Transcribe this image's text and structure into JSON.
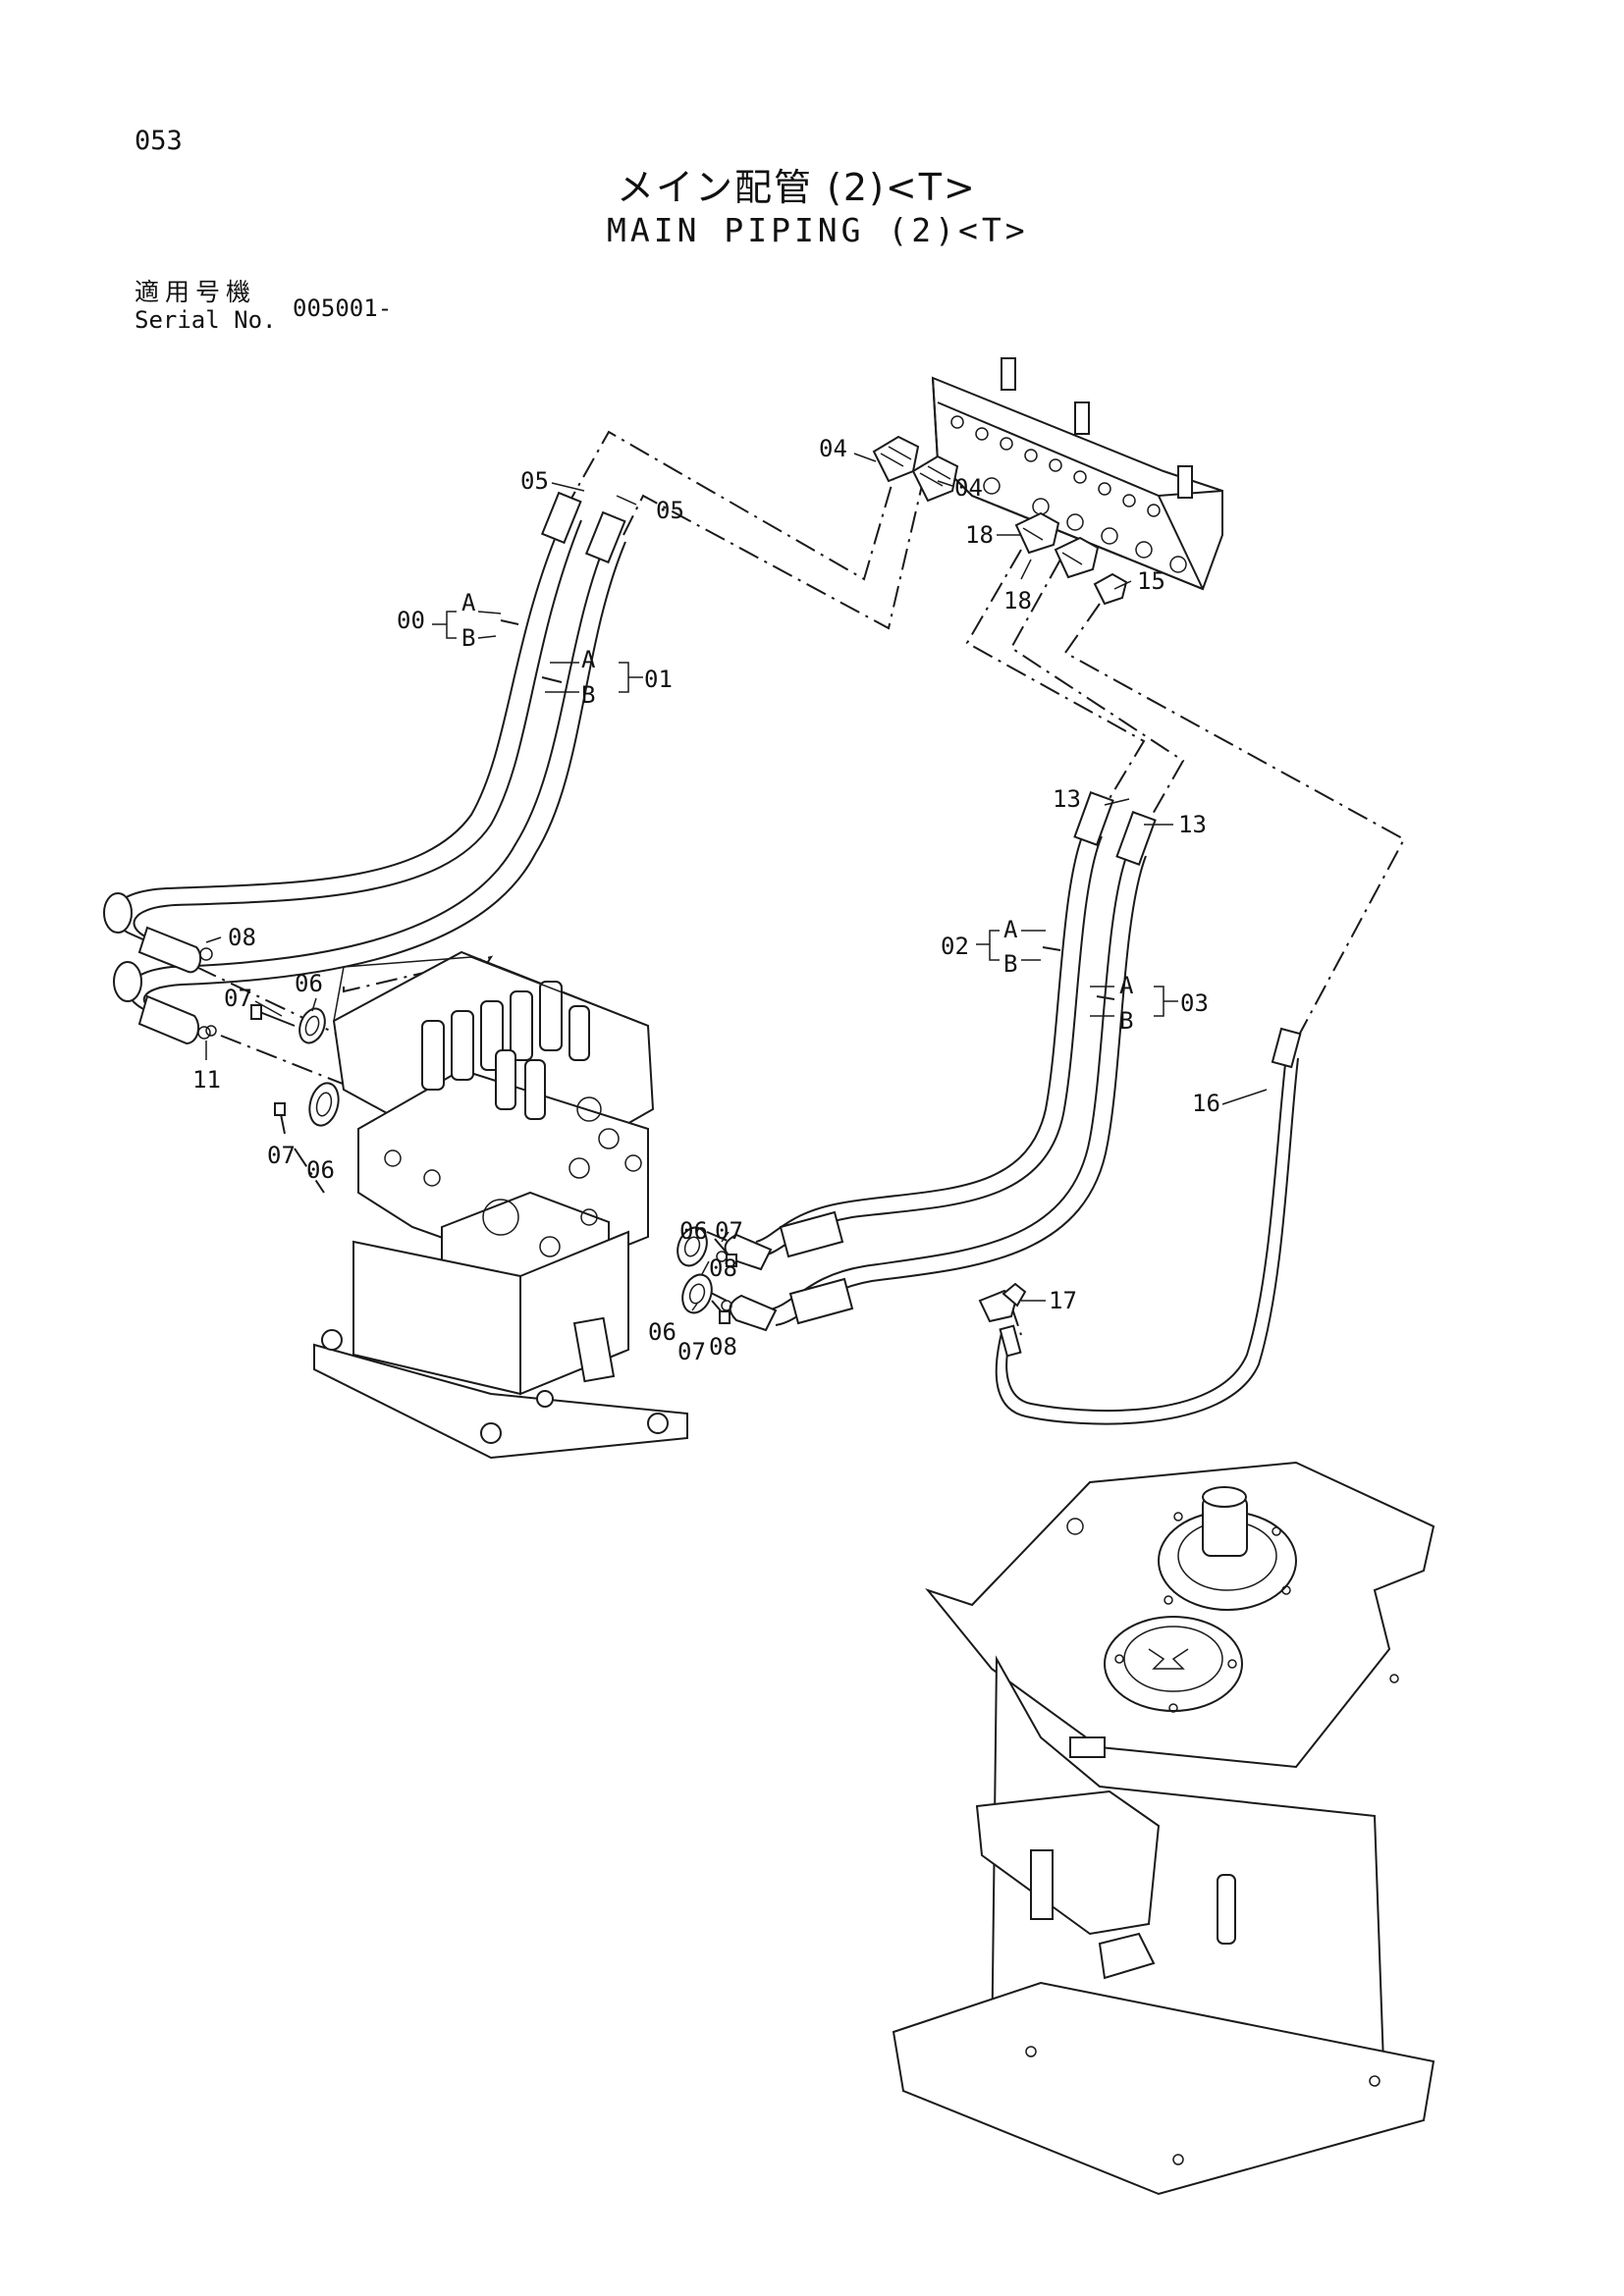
{
  "header": {
    "page_number": "053",
    "title_jp": "メイン配管 (2)<T>",
    "title_en": "MAIN PIPING (2)<T>",
    "serial_label_jp": "適用号機",
    "serial_label_en": "Serial No.",
    "serial_value": "005001-"
  },
  "callouts": {
    "c00": "00",
    "c00a": "A",
    "c00b": "B",
    "c01": "01",
    "c01a": "A",
    "c01b": "B",
    "c02": "02",
    "c02a": "A",
    "c02b": "B",
    "c03": "03",
    "c03a": "A",
    "c03b": "B",
    "c04a": "04",
    "c04b": "04",
    "c05a": "05",
    "c05b": "05",
    "c06a": "06",
    "c06b": "06",
    "c06c": "06",
    "c06d": "06",
    "c07a": "07",
    "c07b": "07",
    "c07c": "07",
    "c07d": "07",
    "c08a": "08",
    "c08b": "08",
    "c08c": "08",
    "c11": "11",
    "c13a": "13",
    "c13b": "13",
    "c15": "15",
    "c16": "16",
    "c17": "17",
    "c18a": "18",
    "c18b": "18"
  }
}
